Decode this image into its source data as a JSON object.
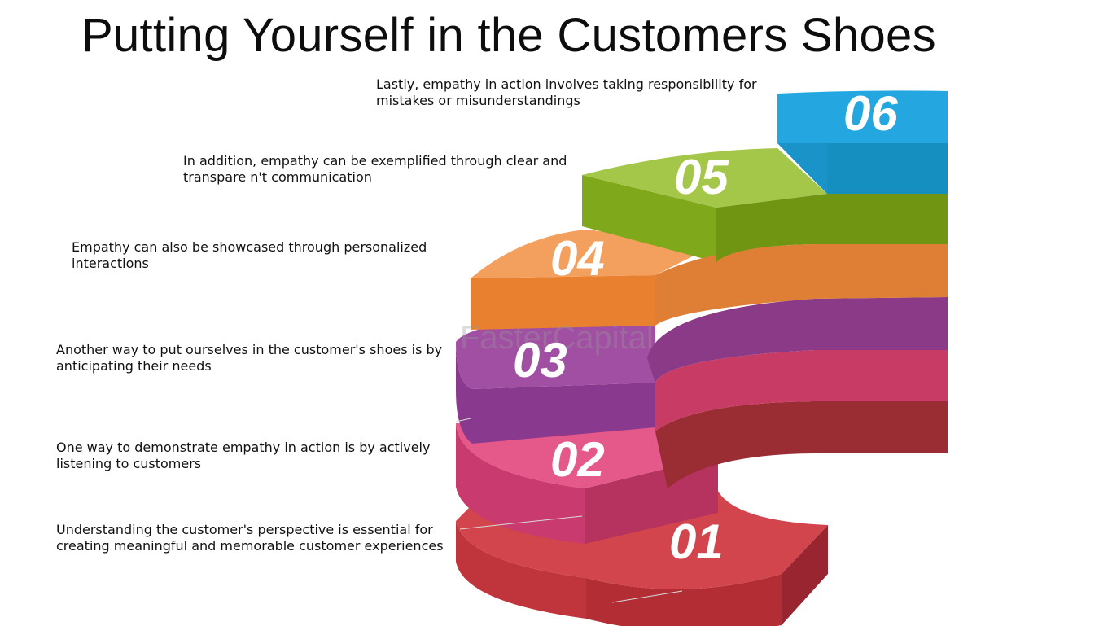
{
  "title": "Putting Yourself in the Customers Shoes",
  "watermark": "FasterCapital",
  "steps": [
    {
      "number": "01",
      "text": "Understanding the customer's perspective is essential for creating meaningful and memorable customer experiences",
      "color": "#c0343c"
    },
    {
      "number": "02",
      "text": "One way to demonstrate empathy in action is by actively listening to customers",
      "color": "#d8457a"
    },
    {
      "number": "03",
      "text": "Another way to put ourselves in the customer's shoes is by anticipating their needs",
      "color": "#8f3f92"
    },
    {
      "number": "04",
      "text": "Empathy can also be showcased through personalized interactions",
      "color": "#ee8a38"
    },
    {
      "number": "05",
      "text": "In addition, empathy can be exemplified through clear and transpare n't communication",
      "color": "#86ad1c"
    },
    {
      "number": "06",
      "text": "Lastly, empathy in action involves taking responsibility for mistakes or misunderstandings",
      "color": "#1e9fd8"
    }
  ]
}
